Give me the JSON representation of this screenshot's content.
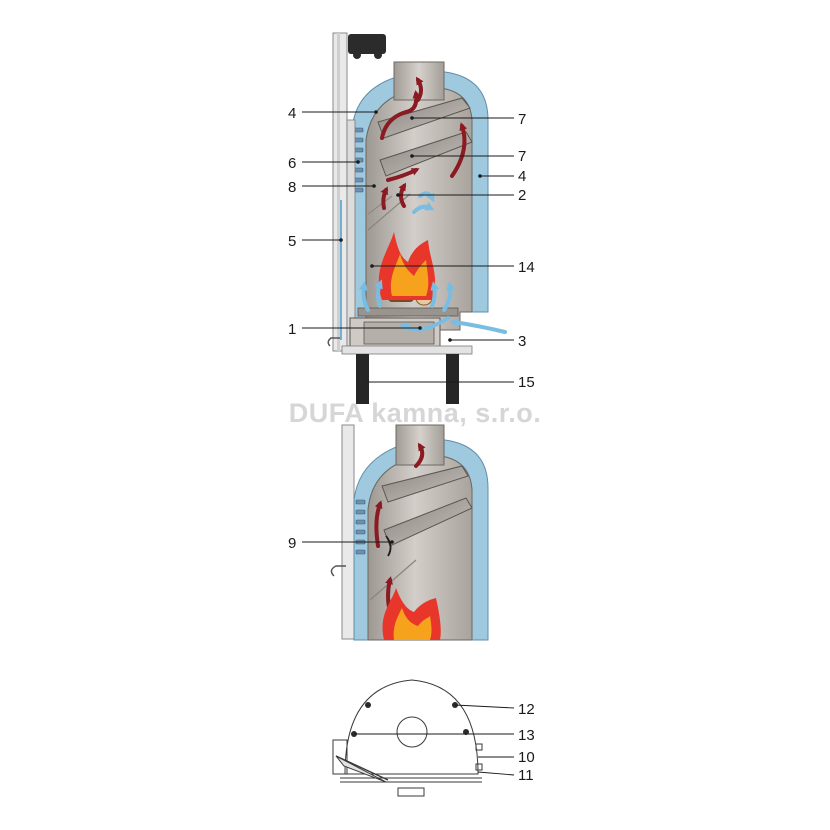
{
  "watermark": "DUFA kamna, s.r.o.",
  "callouts": {
    "c1": "1",
    "c2": "2",
    "c3": "3",
    "c4a": "4",
    "c4b": "4",
    "c5": "5",
    "c6": "6",
    "c7a": "7",
    "c7b": "7",
    "c8": "8",
    "c9": "9",
    "c10": "10",
    "c11": "11",
    "c12": "12",
    "c13": "13",
    "c14": "14",
    "c15": "15"
  },
  "colors": {
    "body_metal": "#b8b2ac",
    "insulation": "#9fc9df",
    "flame_outer": "#e8362a",
    "flame_inner": "#f6a21d",
    "hot_arrow": "#8b1a22",
    "cold_arrow": "#79bde3",
    "legs": "#262626"
  }
}
